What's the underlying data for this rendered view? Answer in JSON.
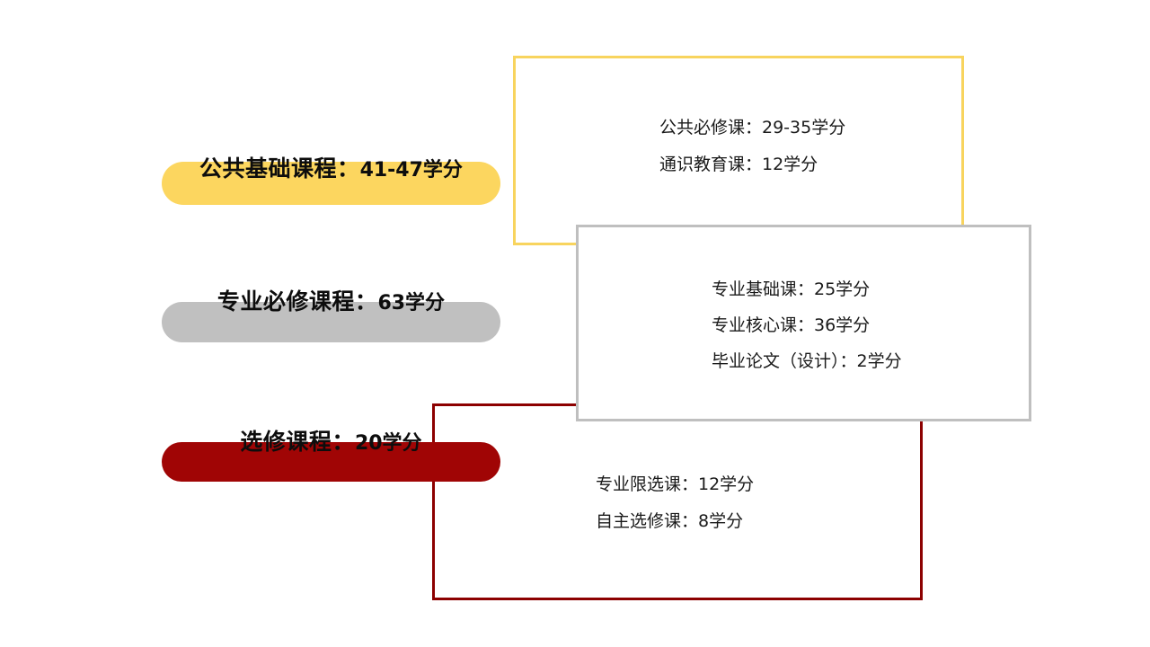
{
  "groups": [
    {
      "id": "public",
      "category": "公共基础课程：",
      "credits": "41-47学分",
      "color": "#FCD65F",
      "box_border_color": "#F8D45E",
      "details": [
        "公共必修课：29-35学分",
        "通识教育课：12学分"
      ]
    },
    {
      "id": "major",
      "category": "专业必修课程：",
      "credits": "63学分",
      "color": "#C0C0C0",
      "box_border_color": "#BFBFBF",
      "details": [
        "专业基础课：25学分",
        "专业核心课：36学分",
        "毕业论文（设计）：2学分"
      ]
    },
    {
      "id": "elective",
      "category": "选修课程：",
      "credits": "20学分",
      "color": "#A00505",
      "box_border_color": "#8C0000",
      "details": [
        "专业限选课：12学分",
        "自主选修课：8学分"
      ]
    }
  ]
}
